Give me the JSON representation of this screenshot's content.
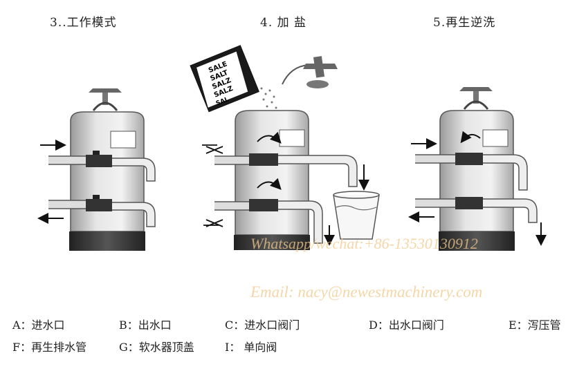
{
  "steps": [
    {
      "title": "3..工作模式"
    },
    {
      "title": "4.  加  盐"
    },
    {
      "title": "5.再生逆洗"
    }
  ],
  "salt_bag": {
    "text": [
      "SALE",
      "SALT",
      "SALZ",
      "SALZ",
      "SAL"
    ]
  },
  "watermark": {
    "line1": "Whatsapp/wechat:+86-13530130912",
    "line2": "Email: nacy@newestmachinery.com"
  },
  "legend": {
    "row1": [
      "A：进水口",
      "B：出水口",
      "C：进水口阀门",
      "D：出水口阀门",
      "E：泻压管"
    ],
    "row2": [
      "F：再生排水管",
      "G：软水器顶盖",
      "I：  单向阀"
    ]
  }
}
